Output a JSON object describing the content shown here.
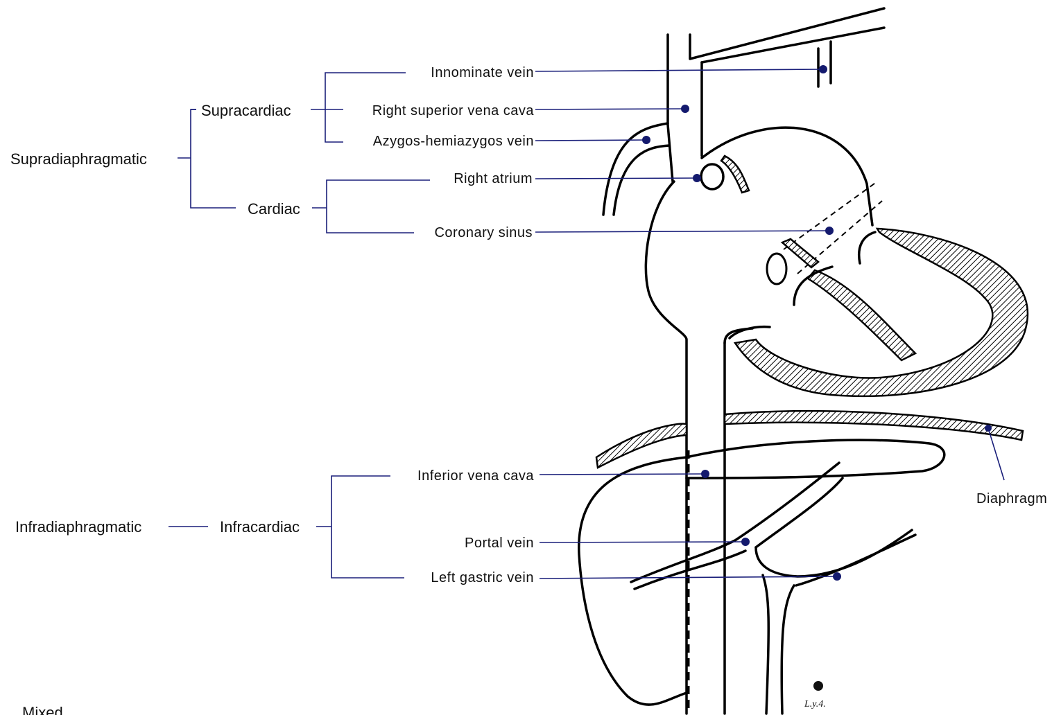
{
  "categories": {
    "supradiaphragmatic": "Supradiaphragmatic",
    "infradiaphragmatic": "Infradiaphragmatic",
    "mixed": "Mixed"
  },
  "subcategories": {
    "supracardiac": "Supracardiac",
    "cardiac": "Cardiac",
    "infracardiac": "Infracardiac"
  },
  "sites": {
    "innominate_vein": "Innominate vein",
    "right_svc": "Right superior vena cava",
    "azygos": "Azygos-hemiazygos vein",
    "right_atrium": "Right atrium",
    "coronary_sinus": "Coronary sinus",
    "ivc": "Inferior vena cava",
    "portal_vein": "Portal vein",
    "left_gastric_vein": "Left gastric vein"
  },
  "structures": {
    "diaphragm": "Diaphragm"
  },
  "signature": "L.y.4.",
  "colors": {
    "leader_line": "#1a1f7a",
    "drawing": "#000000"
  }
}
